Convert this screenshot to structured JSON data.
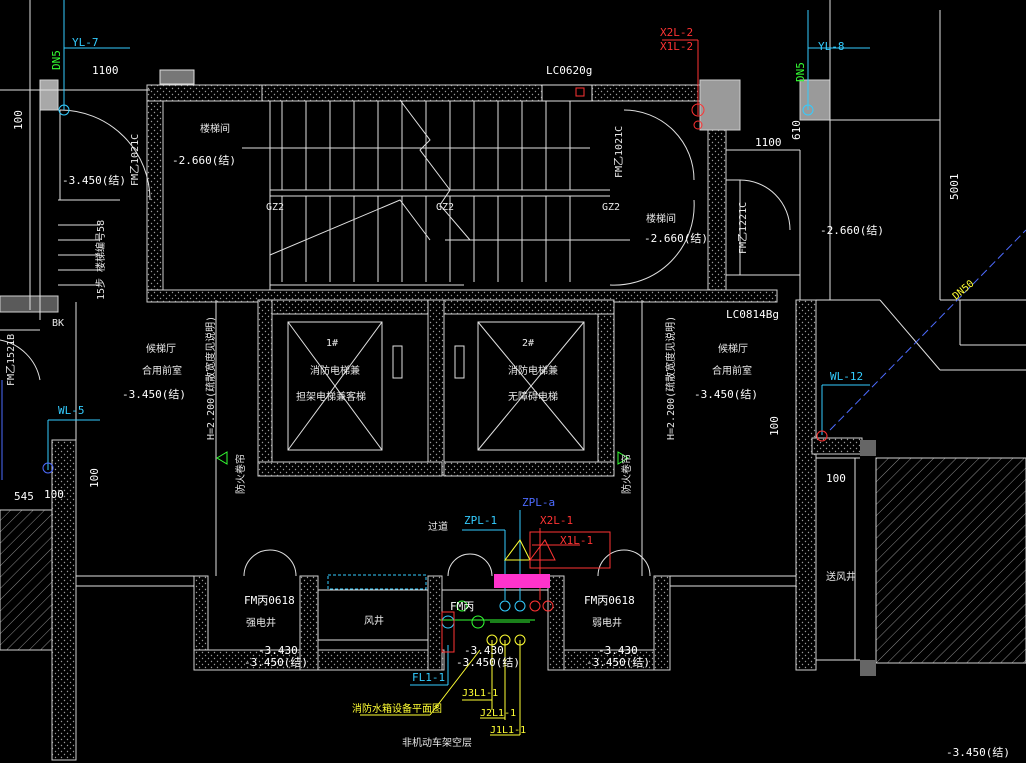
{
  "colors": {
    "background": "#000000",
    "wall": "#cfcfcf",
    "pipe_cyan": "#33ccff",
    "pipe_red": "#ff3333",
    "pipe_green": "#33ff33",
    "pipe_yellow": "#ffff33",
    "pipe_blue": "#4d6bff",
    "highlight_magenta": "#ff33cc"
  },
  "dims": {
    "d1100_left": "1100",
    "d100_left": "100",
    "d1100_right": "1100",
    "d610": "610",
    "d100_wl5": "100",
    "d545": "545",
    "d100_b": "100",
    "d100_wl12": "100",
    "d100_c": "100",
    "d5001_top": "5001",
    "dn5_left": "DN5",
    "dn5_right": "DN5"
  },
  "pipes": {
    "yl7": "YL-7",
    "yl8": "YL-8",
    "x2l2": "X2L-2",
    "x1l2": "X1L-2",
    "wl5": "WL-5",
    "wl12": "WL-12",
    "zpl1": "ZPL-1",
    "zpla": "ZPL-a",
    "x2l1": "X2L-1",
    "x1l1": "X1L-1",
    "fl11": "FL1-1",
    "j3l11": "J3L1-1",
    "j2l11": "J2L1-1",
    "j1l11": "J1L1-1",
    "dn50": "DN50"
  },
  "windows": {
    "lc0620": "LC0620g",
    "lc0814": "LC0814Bg"
  },
  "doors": {
    "fm_left": "FM乙1021C",
    "fm_center": "FM乙1021C",
    "fm_right": "FM乙1221C",
    "fm_far_left": "FM乙1521B",
    "fm_bottom_left": "FM丙0618",
    "fm_bottom_mid": "FM丙",
    "fm_bottom_right": "FM丙0618"
  },
  "rooms": {
    "stair_left": "楼梯间",
    "stair_right": "楼梯间",
    "lobby_left_1": "候梯厅",
    "lobby_left_2": "合用前室",
    "lobby_right_1": "候梯厅",
    "lobby_right_2": "合用前室",
    "elevator1_num": "1#",
    "elevator1_a": "消防电梯兼",
    "elevator1_b": "担架电梯兼客梯",
    "elevator2_num": "2#",
    "elevator2_a": "消防电梯兼",
    "elevator2_b": "无障碍电梯",
    "shaft_strong": "强电井",
    "shaft_wind": "风井",
    "shaft_weak": "弱电井",
    "shaft_air": "送风井",
    "corridor": "过道",
    "stair_note": "15步 楼梯编号58",
    "vertical_note_left": "H=2.200(疏散宽度见说明)",
    "vertical_note_right": "H=2.200(疏散宽度见说明)",
    "side_left": "防火卷帘",
    "side_right": "防火卷帘",
    "fire_note": "消防水箱设备平面图",
    "bottom_note": "非机动车架空层",
    "bk": "BK",
    "gz_1": "GZ2",
    "gz_2": "GZ2",
    "gz_3": "GZ2"
  },
  "levels": {
    "l1": "-3.450(结)",
    "l2": "-2.660(结)",
    "l3": "-2.660(结)",
    "l4": "-2.660(结)",
    "l5": "-3.450(结)",
    "l6": "-3.450(结)",
    "l7": "-3.430",
    "l8": "-3.450(结)",
    "l9": "-3.430",
    "l10": "-3.450(结)",
    "l11": "-3.430",
    "l12": "-3.450(结)",
    "l13": "-3.450(结)"
  }
}
